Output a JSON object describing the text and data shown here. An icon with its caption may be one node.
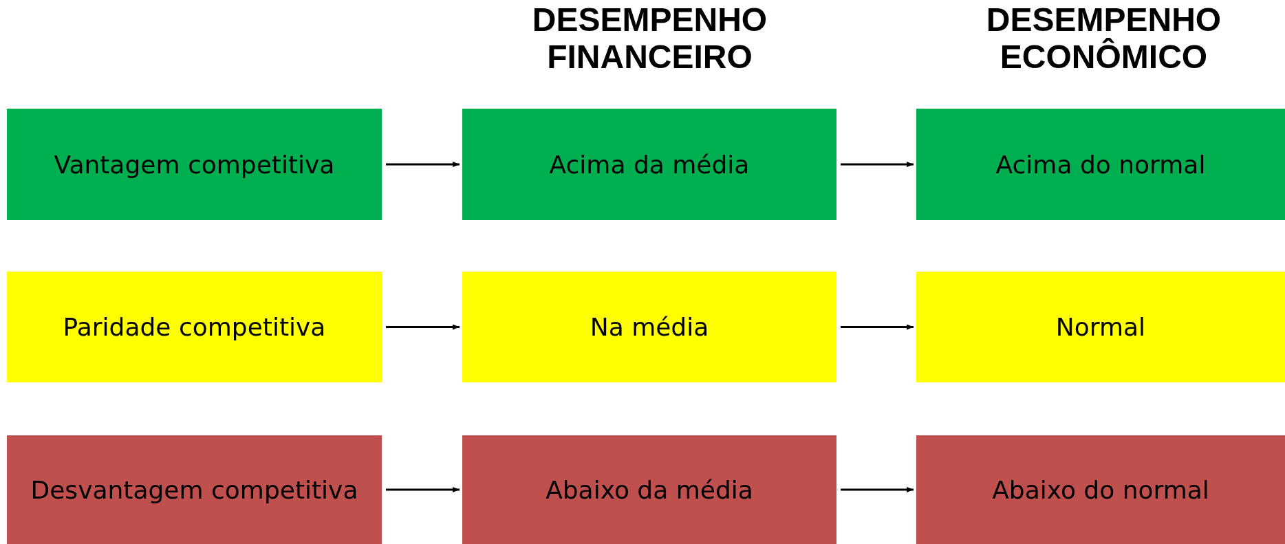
{
  "diagram": {
    "nodes": [
      {
        "text": [
          "Vantagem competitiva"
        ]
      },
      {
        "text": [
          "Acima da média"
        ]
      },
      {
        "text": [
          "Acima do normal"
        ]
      },
      {
        "text": [
          "Paridade competitiva"
        ]
      },
      {
        "text": [
          "Na média"
        ]
      },
      {
        "text": [
          "Normal"
        ]
      },
      {
        "text": [
          "Desvantagem competitiva"
        ]
      },
      {
        "text": [
          "Abaixo da média"
        ]
      },
      {
        "text": [
          "Abaixo do normal"
        ]
      }
    ],
    "edges": [
      {
        "from": 0,
        "to": 1,
        "arrow": "to"
      },
      {
        "from": 1,
        "to": 2,
        "arrow": "to"
      },
      {
        "from": 3,
        "to": 4,
        "arrow": "to"
      },
      {
        "from": 4,
        "to": 5,
        "arrow": "to"
      },
      {
        "from": 6,
        "to": 7,
        "arrow": "to"
      },
      {
        "from": 7,
        "to": 8,
        "arrow": "to"
      }
    ],
    "labels": [
      "DESEMPENHO FINANCEIRO",
      "DESEMPENHO ECONÔMICO"
    ]
  }
}
